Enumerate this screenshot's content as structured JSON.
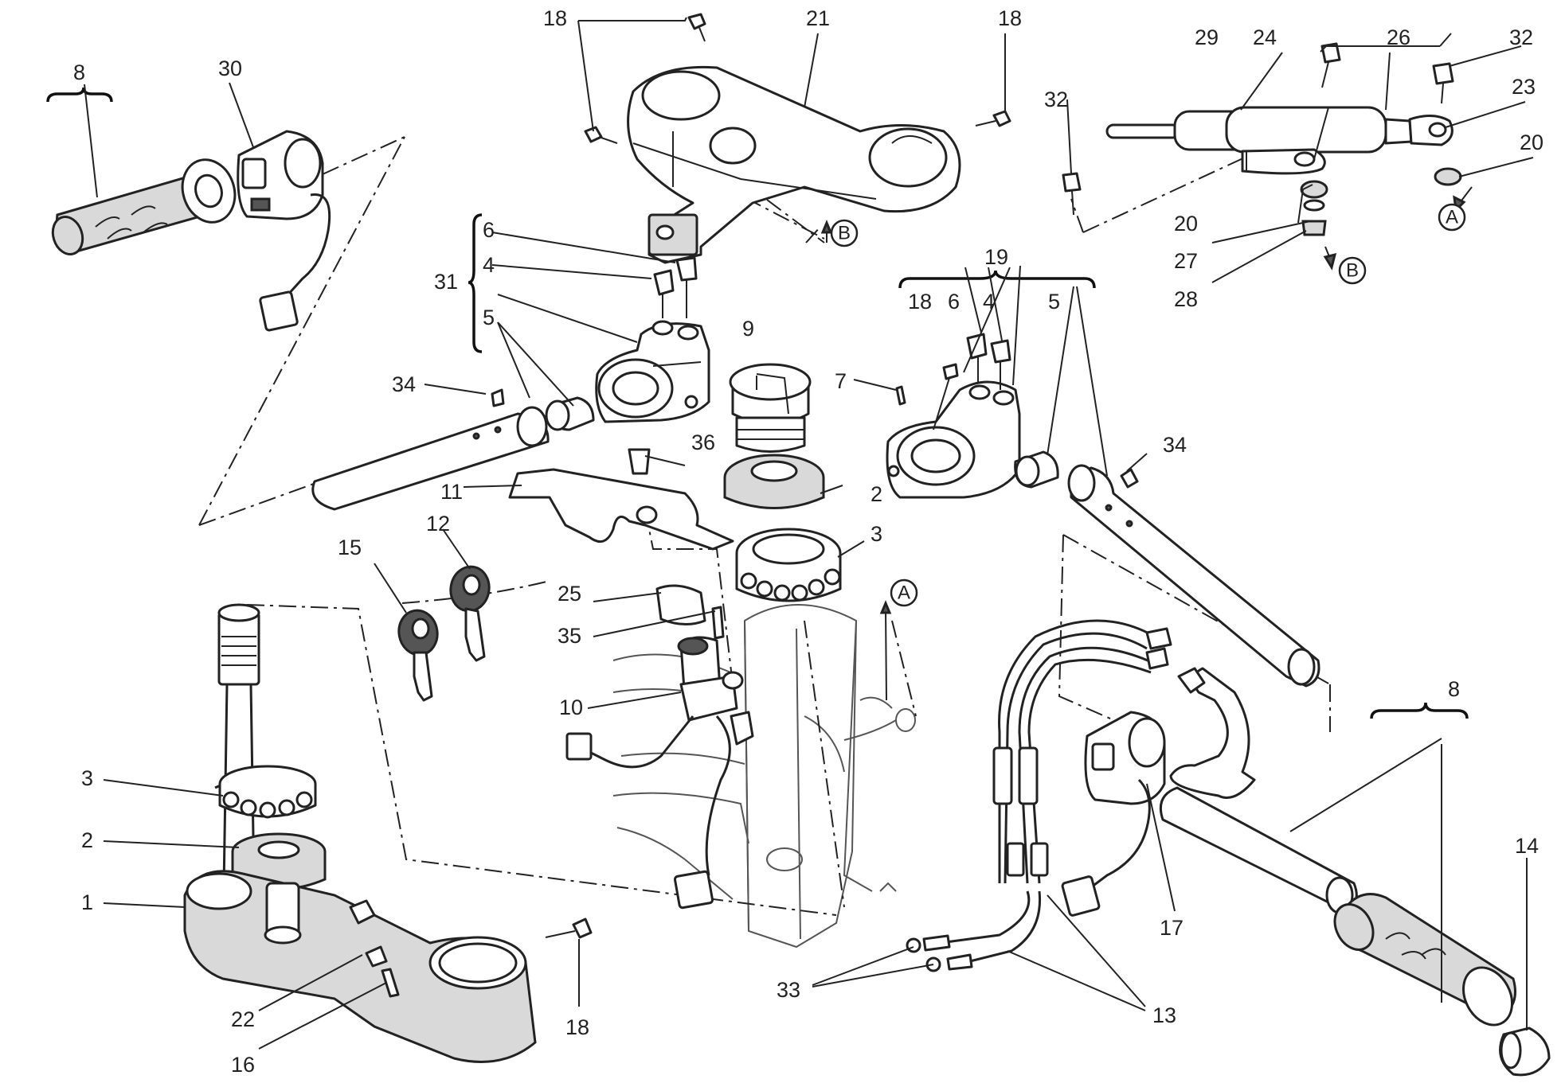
{
  "labels": {
    "l1": "1",
    "l2": "2",
    "l2b": "2",
    "l3": "3",
    "l3b": "3",
    "l4": "4",
    "l4b": "4",
    "l5": "5",
    "l5b": "5",
    "l6": "6",
    "l6b": "6",
    "l7": "7",
    "l8": "8",
    "l8b": "8",
    "l9": "9",
    "l10": "10",
    "l11": "11",
    "l12": "12",
    "l13": "13",
    "l14": "14",
    "l15": "15",
    "l16": "16",
    "l17": "17",
    "l18a": "18",
    "l18b": "18",
    "l18c": "18",
    "l18d": "18",
    "l19": "19",
    "l20a": "20",
    "l20b": "20",
    "l21": "21",
    "l22": "22",
    "l23": "23",
    "l24": "24",
    "l25": "25",
    "l26": "26",
    "l27": "27",
    "l28": "28",
    "l29": "29",
    "l30": "30",
    "l31": "31",
    "l32a": "32",
    "l32b": "32",
    "l33": "33",
    "l34a": "34",
    "l34b": "34",
    "l35": "35",
    "l36": "36"
  },
  "refs": {
    "refA1": "A",
    "refA2": "A",
    "refB1": "B",
    "refB2": "B"
  }
}
